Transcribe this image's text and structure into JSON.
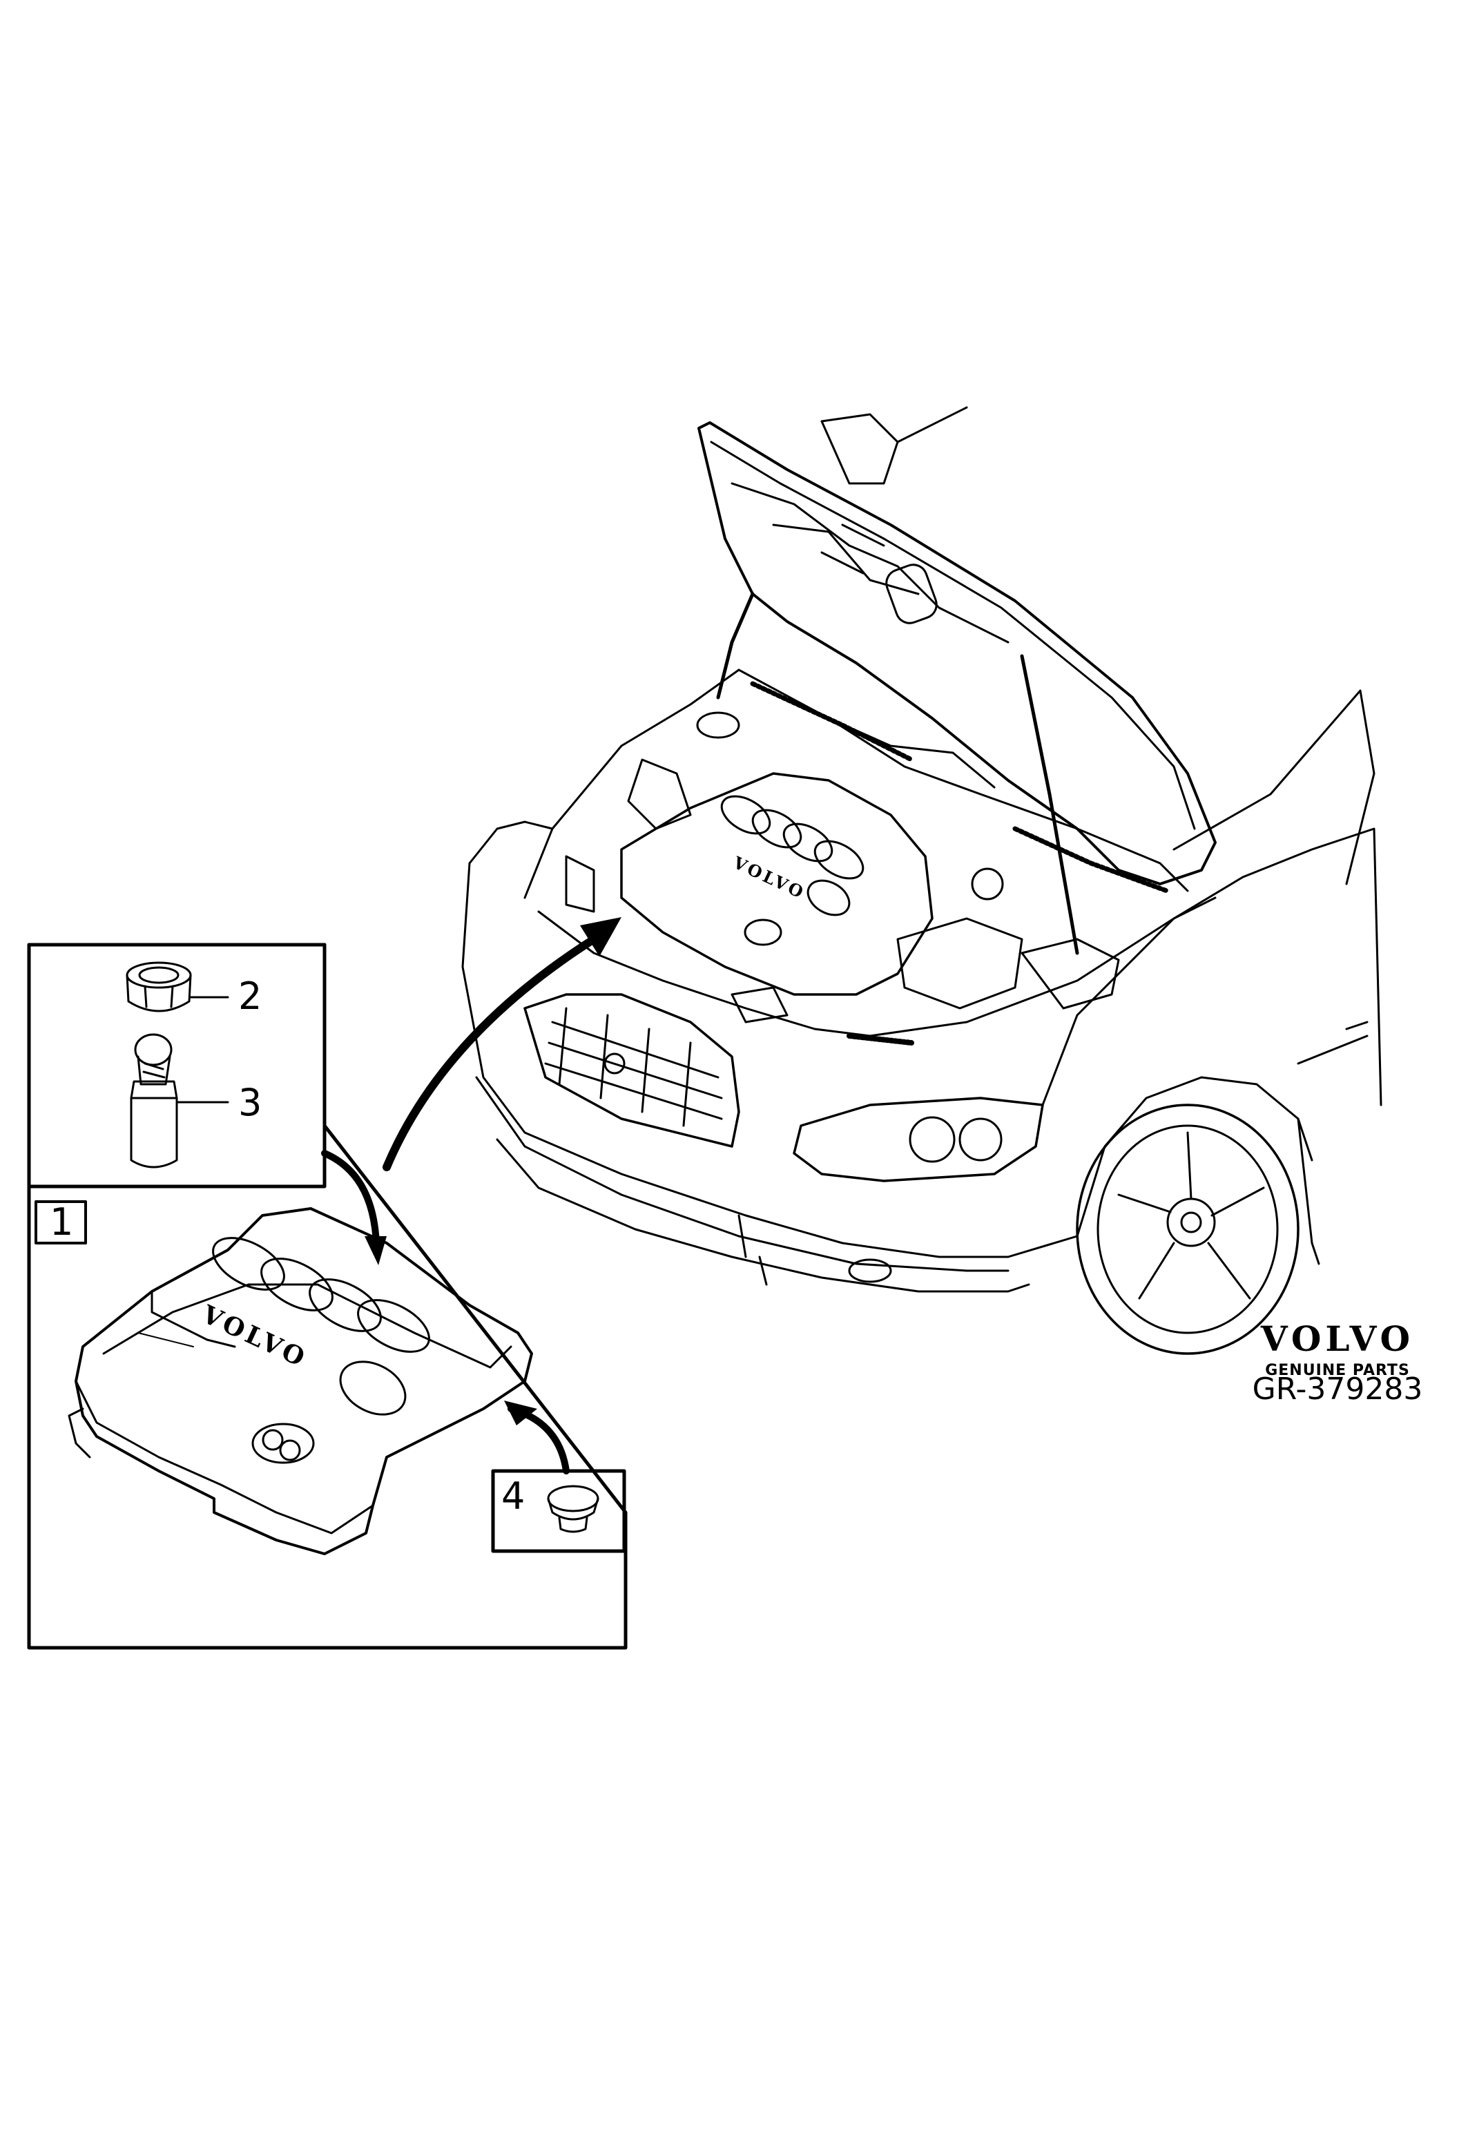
{
  "callouts": {
    "part1": "1",
    "part2": "2",
    "part3": "3",
    "part4": "4"
  },
  "brand": {
    "name": "VOLVO",
    "subtitle": "GENUINE PARTS"
  },
  "reference": "GR-379283",
  "engine_cover_text": "VOLVO",
  "colors": {
    "line": "#000000",
    "background": "#ffffff"
  }
}
